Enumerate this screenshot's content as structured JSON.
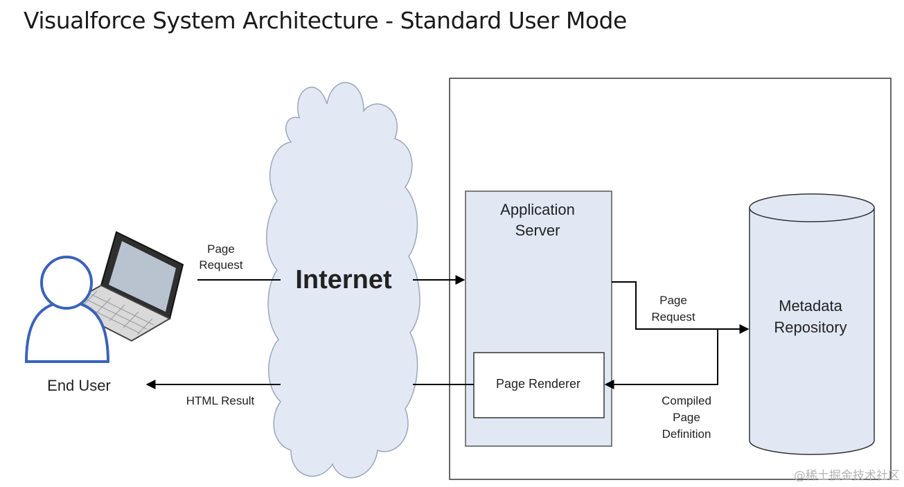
{
  "title": "Visualforce System Architecture - Standard User Mode",
  "diagram": {
    "end_user": "End User",
    "internet": "Internet",
    "app_server_line1": "Application",
    "app_server_line2": "Server",
    "page_renderer": "Page Renderer",
    "metadata_line1": "Metadata",
    "metadata_line2": "Repository",
    "req1_line1": "Page",
    "req1_line2": "Request",
    "req2_line1": "Page",
    "req2_line2": "Request",
    "compiled_line1": "Compiled",
    "compiled_line2": "Page",
    "compiled_line3": "Definition",
    "html_result": "HTML Result"
  },
  "watermark": "@稀土掘金技术社区",
  "colors": {
    "cloud_fill": "#e2e9f5",
    "box_fill": "#e1e8f4",
    "user_outline": "#3a63b8",
    "line": "#000000"
  }
}
